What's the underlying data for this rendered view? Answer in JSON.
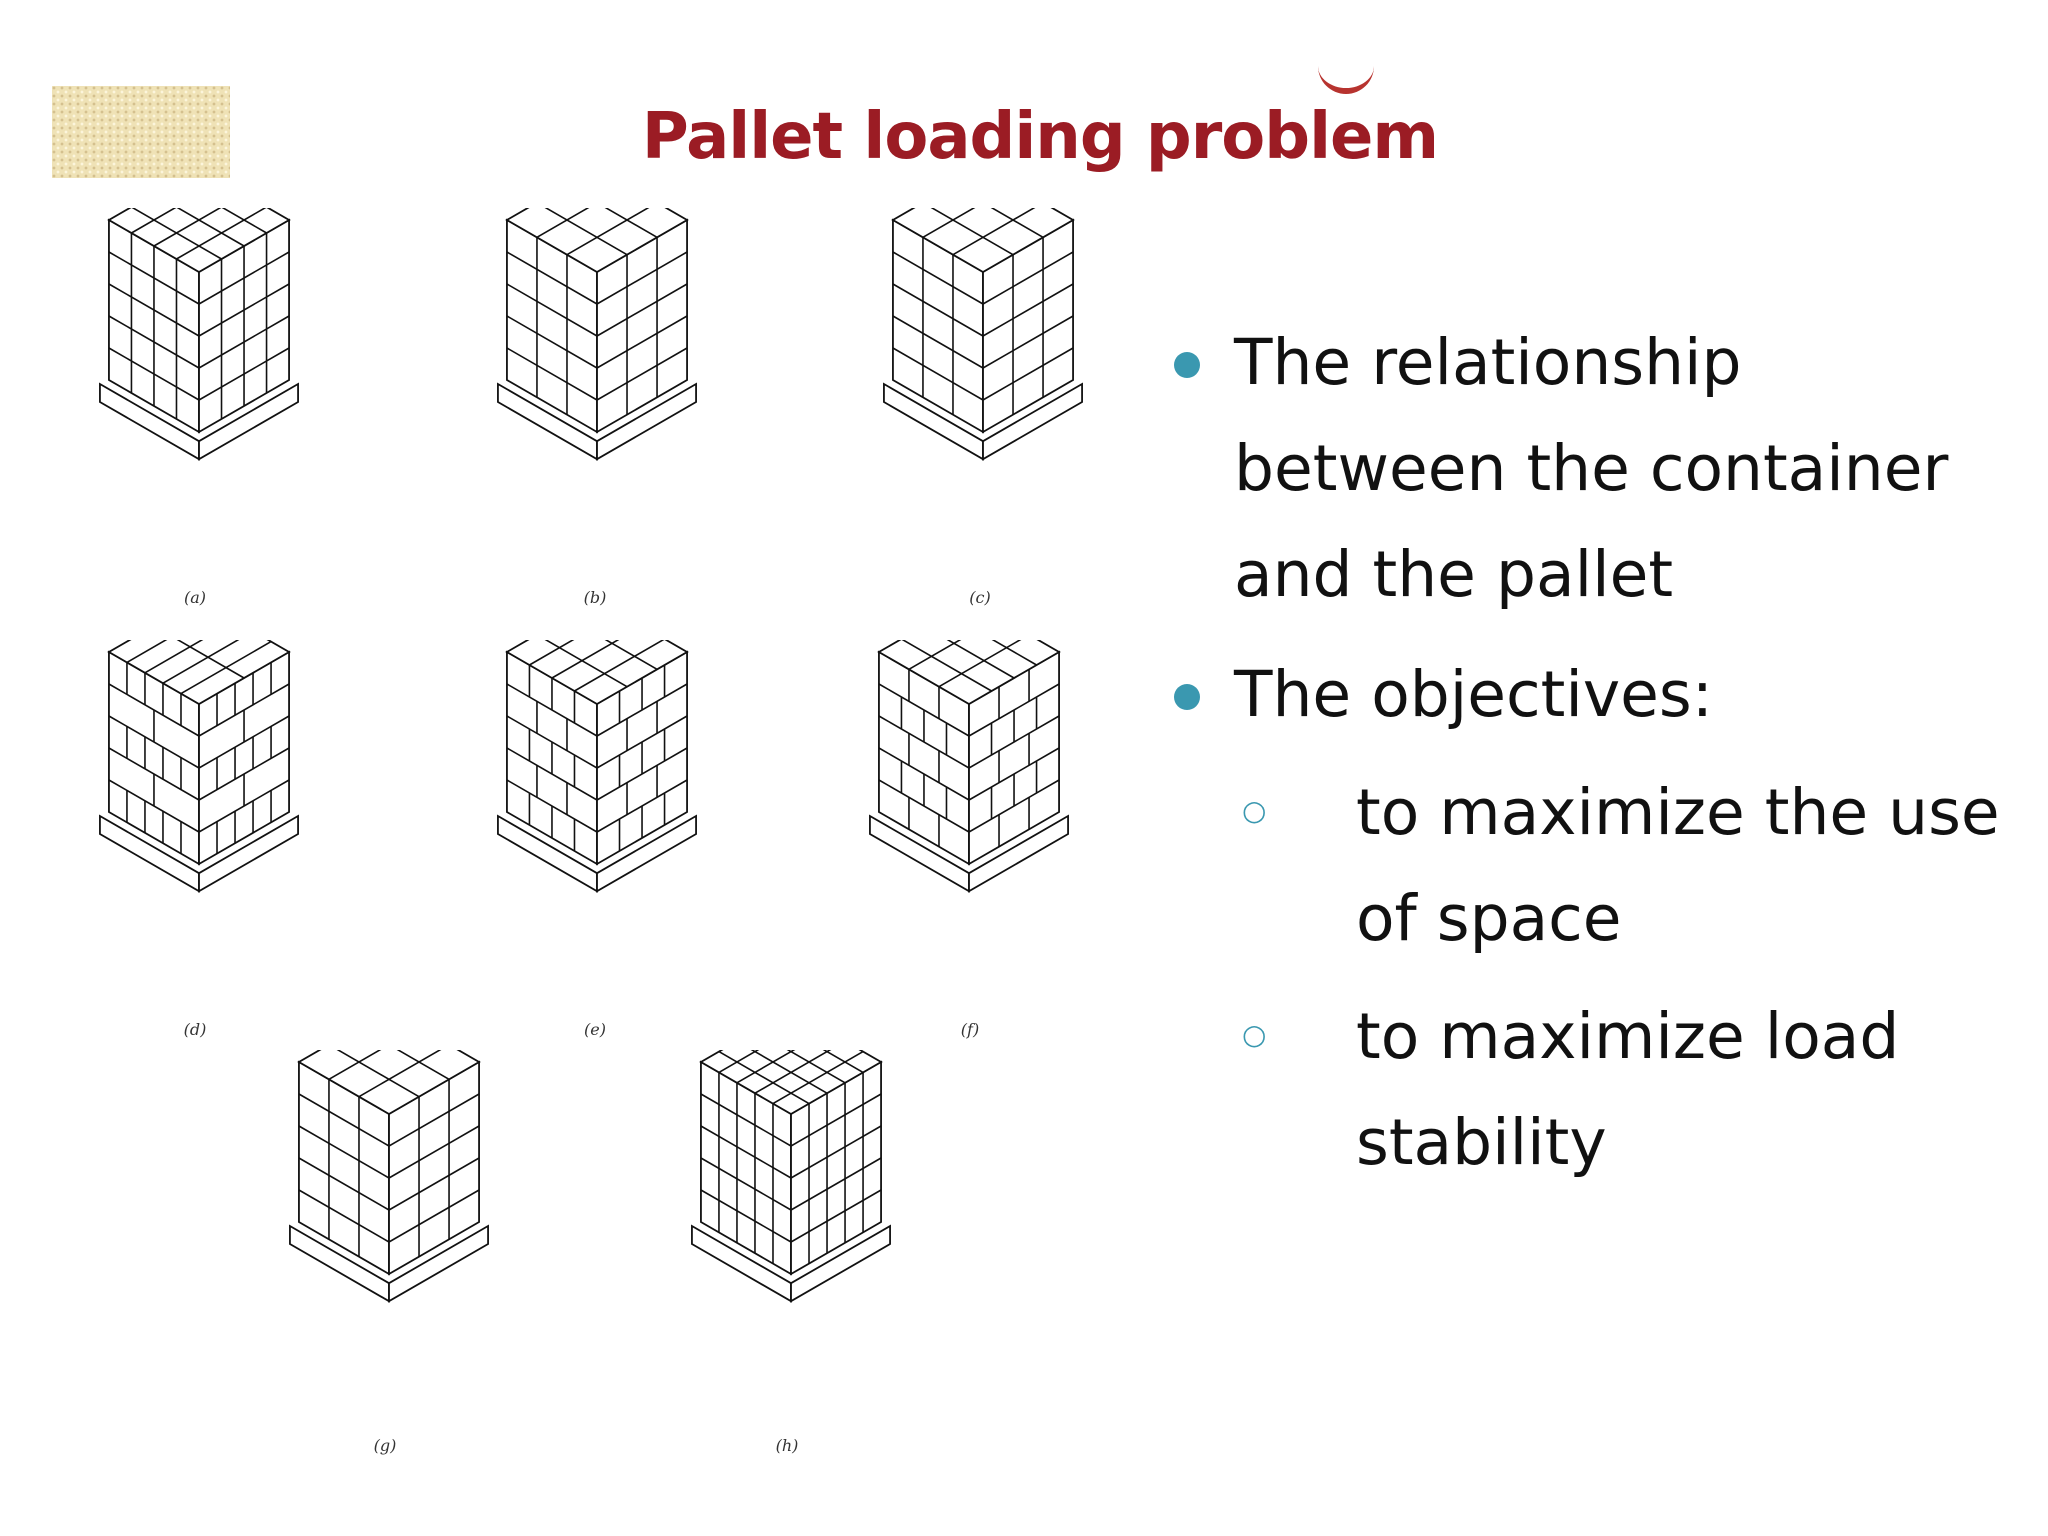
{
  "slide": {
    "title": "Pallet loading problem"
  },
  "figure": {
    "panels": [
      {
        "id": "a",
        "label": "(a)"
      },
      {
        "id": "b",
        "label": "(b)"
      },
      {
        "id": "c",
        "label": "(c)"
      },
      {
        "id": "d",
        "label": "(d)"
      },
      {
        "id": "e",
        "label": "(e)"
      },
      {
        "id": "f",
        "label": "(f)"
      },
      {
        "id": "g",
        "label": "(g)"
      },
      {
        "id": "h",
        "label": "(h)"
      }
    ]
  },
  "bullets": {
    "item1": "The relationship between the container and the pallet",
    "item2": "The objectives:",
    "sub1": "to maximize the use of space",
    "sub2": "to maximize load stability"
  }
}
